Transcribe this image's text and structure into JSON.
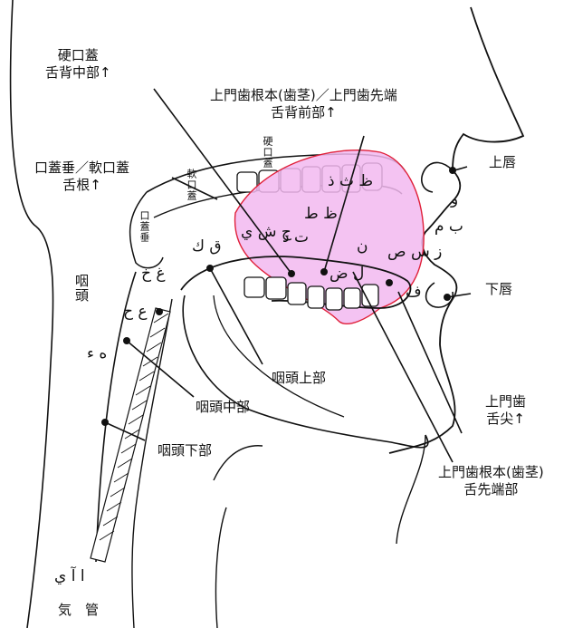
{
  "labels": {
    "hard_palate": {
      "line1": "硬口蓋",
      "line2": "舌背中部↑"
    },
    "alveolar_top": {
      "line1": "上門歯根本(歯茎)／上門歯先端",
      "line2": "舌背前部↑"
    },
    "soft_palate": {
      "line1": "口蓋垂／軟口蓋",
      "line2": "舌根↑"
    },
    "upper_lip": "上唇",
    "lower_lip": "下唇",
    "uvula": "口蓋垂",
    "pharynx": "咽頭",
    "upper_pharynx": "咽頭上部",
    "middle_pharynx": "咽頭中部",
    "lower_pharynx": "咽頭下部",
    "upper_incisors": {
      "line1": "上門歯",
      "line2": "舌尖↑"
    },
    "alveolar_bottom": {
      "line1": "上門歯根本(歯茎)",
      "line2": "舌先端部"
    },
    "trachea": "気　管",
    "arc_hard_palate": "硬口蓋",
    "arc_soft_palate": "軟口蓋"
  },
  "arabic": {
    "lips_w": "و",
    "lips_bm": "ب م",
    "lips_f": "ف",
    "upper_teeth": "ظ ث ذ",
    "tongue_tip_group": "ظ ط",
    "tongue_front": "ت د",
    "tongue_mid": "ن",
    "tongue_blade": "ز س ص",
    "lower_teeth": "ل ض",
    "tongue_back": "ج ش ي",
    "velar": "ق ك",
    "uvular": "غ خ",
    "pharynx_upper": "ع ح",
    "pharynx_lower": "ه ء",
    "larynx": "ا آ ي"
  },
  "colors": {
    "highlight_fill": "#f2b8f0",
    "highlight_stroke": "#e0203a",
    "ink": "#111111"
  }
}
